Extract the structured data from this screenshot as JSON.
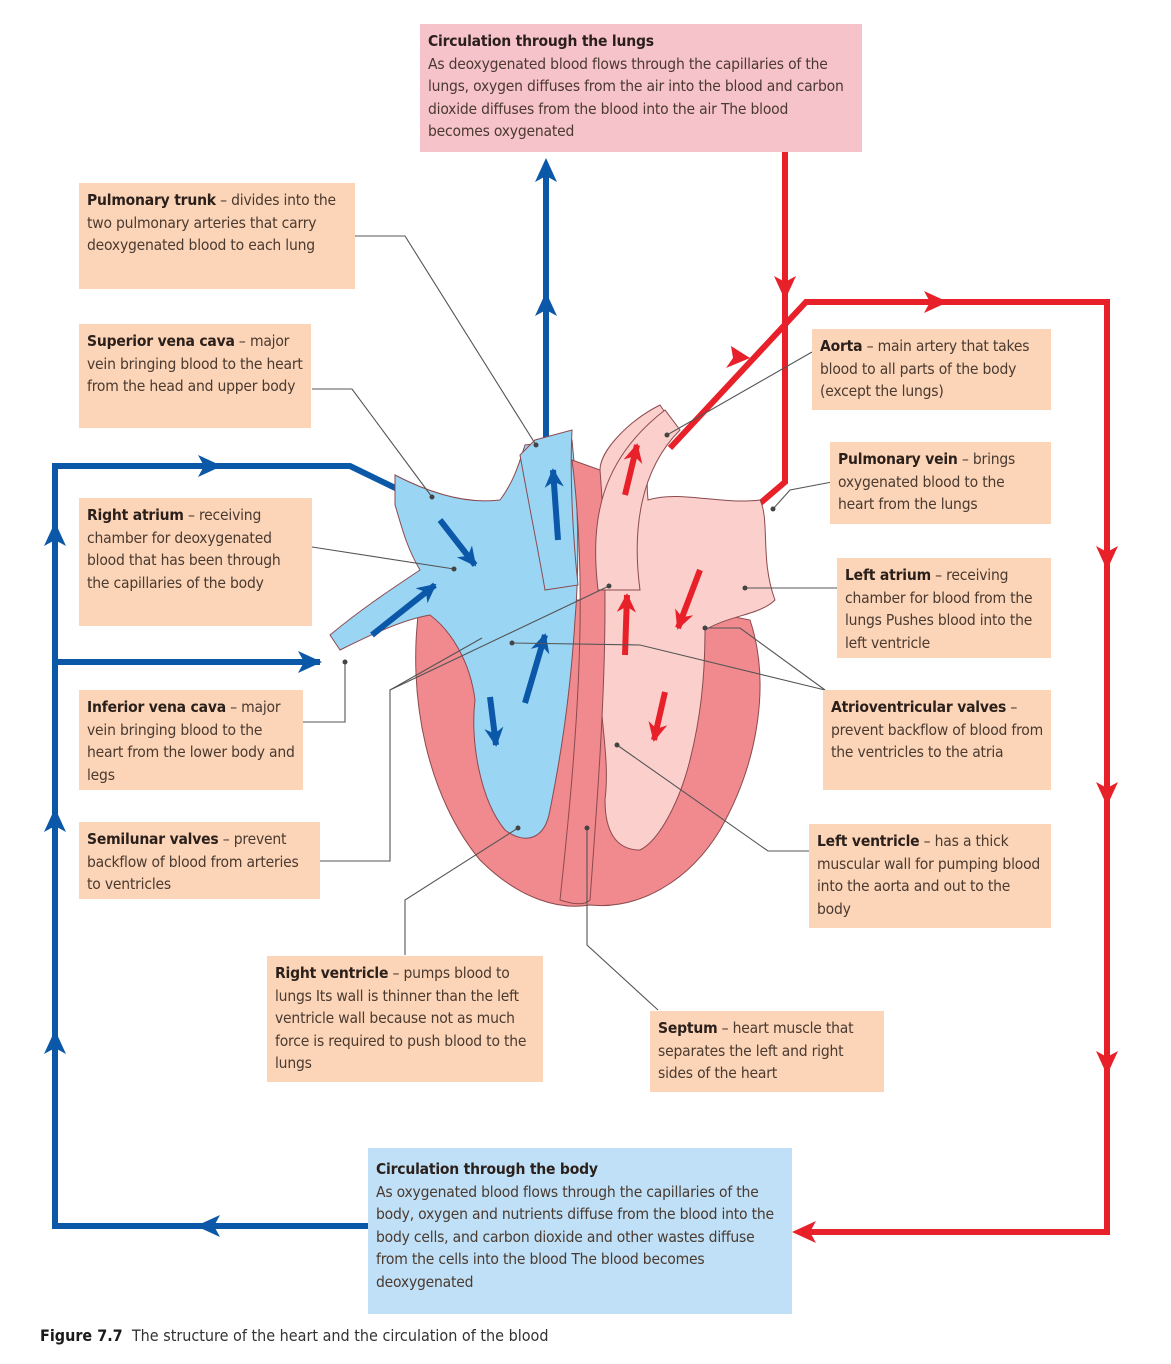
{
  "colors": {
    "deoxygenated": "#0b57a8",
    "oxygenated": "#e8202a",
    "label_bg": "#fcd5b8",
    "lungs_bg": "#f7c3cb",
    "body_bg": "#bfe0f6",
    "right_heart_fill": "#9ad6f4",
    "left_heart_fill": "#fbd0cc",
    "muscle": "#f08a8e"
  },
  "lungs": {
    "title": "Circulation through the lungs",
    "text": "As deoxygenated blood flows through the capillaries of the lungs, oxygen diffuses from the air into the blood and carbon dioxide diffuses from the blood into the air  The blood becomes oxygenated"
  },
  "body": {
    "title": "Circulation through the body",
    "text": "As oxygenated blood flows through the capillaries of the body, oxygen and nutrients diffuse from the blood into the body cells, and carbon dioxide and other wastes diffuse from the cells into the blood The blood becomes deoxygenated"
  },
  "labels": {
    "pulmonary_trunk": {
      "term": "Pulmonary trunk",
      "desc": "divides into the two pulmonary arteries that carry deoxygenated blood to each lung"
    },
    "superior_vena_cava": {
      "term": "Superior vena cava",
      "desc": "major vein bringing blood to the heart from the head and upper body"
    },
    "right_atrium": {
      "term": "Right atrium",
      "desc": "receiving chamber for deoxygenated blood that has been through the capillaries of the body"
    },
    "inferior_vena_cava": {
      "term": "Inferior vena cava",
      "desc": "major vein bringing blood to the heart from the lower body and legs"
    },
    "semilunar_valves": {
      "term": "Semilunar valves",
      "desc": "prevent backflow of blood from arteries to ventricles"
    },
    "right_ventricle": {
      "term": "Right ventricle",
      "desc": "pumps blood to lungs  Its wall is thinner than the left ventricle wall because not as much force is required to push blood to the lungs"
    },
    "septum": {
      "term": "Septum",
      "desc": "heart muscle that separates the left and right sides of the heart"
    },
    "aorta": {
      "term": "Aorta",
      "desc": "main artery that takes blood to all parts of the body (except the lungs)"
    },
    "pulmonary_vein": {
      "term": "Pulmonary vein",
      "desc": "brings oxygenated blood to the heart from the lungs"
    },
    "left_atrium": {
      "term": "Left atrium",
      "desc": "receiving chamber for blood from the lungs  Pushes blood into the left ventricle"
    },
    "av_valves": {
      "term": "Atrioventricular valves",
      "desc": "prevent backflow of blood from the ventricles to the atria"
    },
    "left_ventricle": {
      "term": "Left ventricle",
      "desc": "has a thick muscular wall for pumping blood into the aorta and out to the body"
    }
  },
  "separator": " – ",
  "caption": {
    "label": "Figure 7.7",
    "text": "The structure of the heart and the circulation of the blood"
  }
}
